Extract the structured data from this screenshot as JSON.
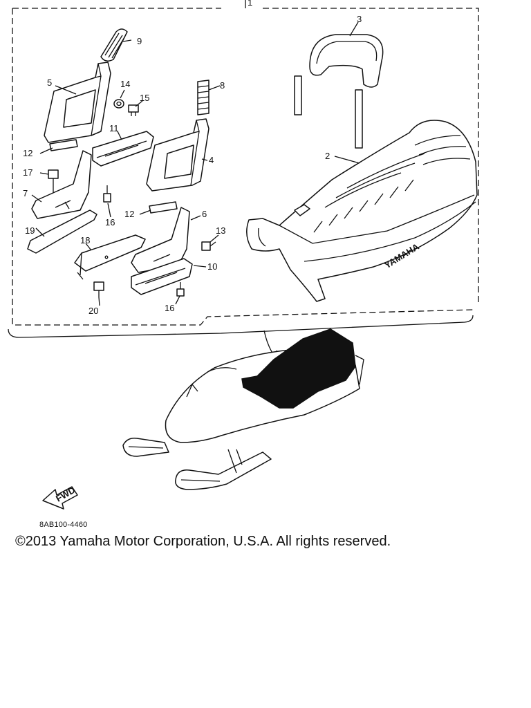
{
  "callouts": {
    "c1": "1",
    "c2": "2",
    "c3": "3",
    "c4": "4",
    "c5": "5",
    "c6": "6",
    "c7": "7",
    "c8": "8",
    "c9": "9",
    "c10": "10",
    "c11": "11",
    "c12a": "12",
    "c12b": "12",
    "c13": "13",
    "c14": "14",
    "c15": "15",
    "c16a": "16",
    "c16b": "16",
    "c17": "17",
    "c18": "18",
    "c19": "19",
    "c20": "20"
  },
  "seat_brand": "YAMAHA",
  "fwd_label": "FWD",
  "part_code": "8AB100-4460",
  "copyright": "©2013 Yamaha Motor Corporation, U.S.A. All rights reserved."
}
